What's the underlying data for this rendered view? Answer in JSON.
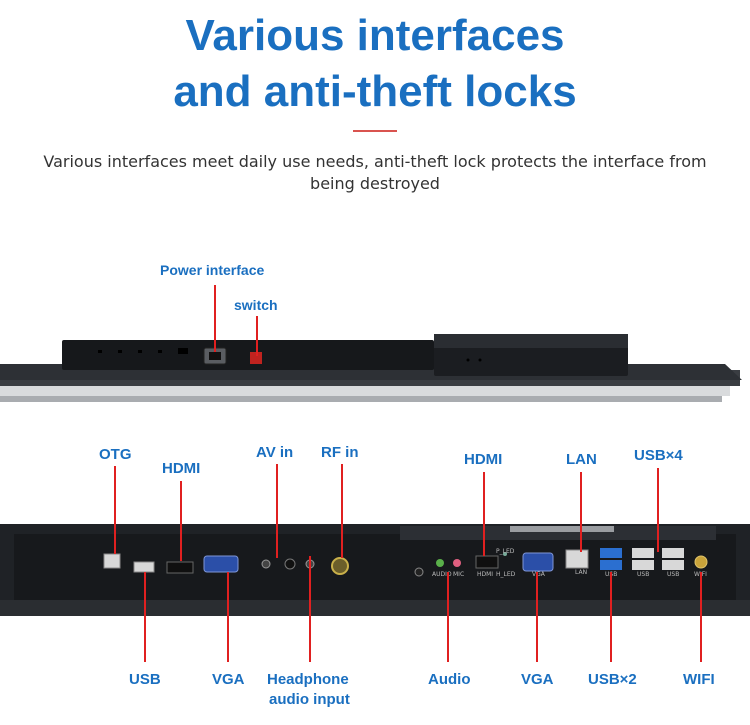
{
  "heading": {
    "line1": "Various interfaces",
    "line2": "and anti-theft locks",
    "accent_color": "#1a6fc0",
    "divider_color": "#d9534f"
  },
  "subtitle": "Various interfaces meet daily use needs, anti-theft lock protects the interface from being destroyed",
  "top_panel": {
    "labels": {
      "power": "Power interface",
      "switch": "switch"
    }
  },
  "bottom_panel": {
    "labels_top": {
      "otg": "OTG",
      "hdmi_left": "HDMI",
      "av_in": "AV in",
      "rf_in": "RF in",
      "hdmi_right": "HDMI",
      "lan": "LAN",
      "usb4": "USB×4"
    },
    "labels_bottom": {
      "usb": "USB",
      "vga_left": "VGA",
      "headphone_line1": "Headphone",
      "headphone_line2": "audio input",
      "audio": "Audio",
      "vga_right": "VGA",
      "usb2": "USB×2",
      "wifi": "WIFI"
    },
    "port_captions": {
      "audio": "AUDIO",
      "mic": "MIC",
      "hdmi": "HDMI",
      "p_led": "P_LED",
      "h_led": "H_LED",
      "vga": "VGA",
      "lan": "LAN",
      "usb_a": "USB",
      "usb_b": "USB",
      "usb_c": "USB",
      "wifi": "WIFI"
    },
    "pointer_color": "#e02020"
  }
}
